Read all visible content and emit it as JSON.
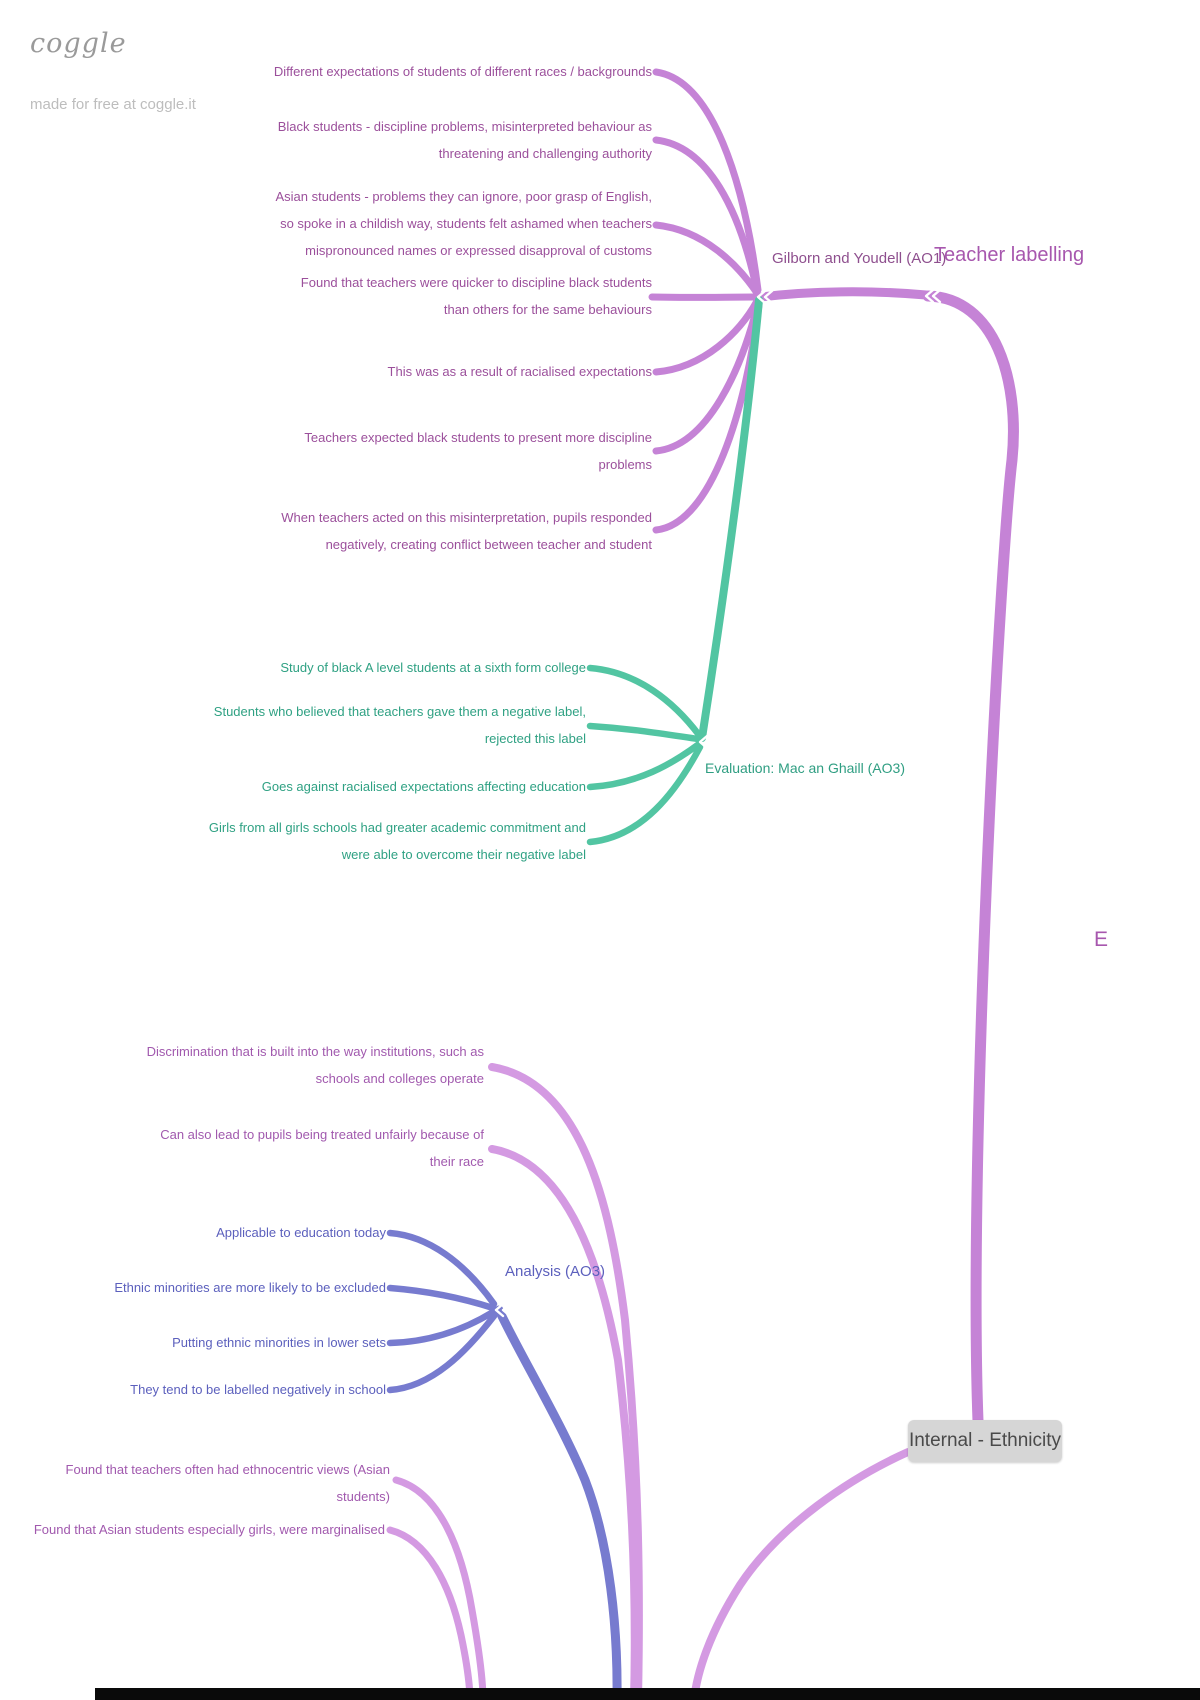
{
  "app": {
    "logo": "coggle",
    "tagline": "made for free at coggle.it"
  },
  "colors": {
    "purple_branch": "#c583d6",
    "purple_text": "#9b4f9b",
    "teal_branch": "#52c5a2",
    "teal_text": "#2fa183",
    "blue_branch": "#777bcf",
    "blue_text": "#5c60bd",
    "pink_branch": "#d49ae2",
    "node_box_bg": "#d6d6d6",
    "node_box_text": "#4a4a4a"
  },
  "nodes": {
    "teacher_labelling": "Teacher labelling",
    "gilborn": "Gilborn and Youdell (AO1)",
    "evaluation": "Evaluation: Mac an Ghaill (AO3)",
    "analysis": "Analysis (AO3)",
    "internal": "Internal - Ethnicity",
    "clipped_right": "E"
  },
  "gilborn_points": [
    "Different expectations of students of different races / backgrounds",
    "Black students - discipline problems, misinterpreted behaviour as\nthreatening and challenging authority",
    "Asian students - problems they can ignore, poor grasp of English,\nso spoke in a childish way, students felt ashamed when teachers\nmispronounced names or expressed disapproval of customs",
    "Found that teachers were quicker to discipline black students\nthan others for the same behaviours",
    "This was as a result of racialised expectations",
    "Teachers expected black students to present more discipline\nproblems",
    "When teachers acted on this misinterpretation, pupils responded\nnegatively, creating conflict between teacher and student"
  ],
  "evaluation_points": [
    "Study of black A level students at a sixth form college",
    "Students who believed that teachers gave them a negative label,\nrejected this label",
    "Goes against racialised expectations affecting education",
    "Girls from all girls schools had greater academic commitment and\nwere able to overcome their negative label"
  ],
  "institutional_points": [
    "Discrimination that is built into the way institutions, such as\nschools and colleges operate",
    "Can also lead to pupils being treated unfairly because of\ntheir race"
  ],
  "analysis_points": [
    "Applicable to education today",
    "Ethnic minorities are more likely to be excluded",
    "Putting ethnic minorities in lower sets",
    "They tend to be labelled negatively in school"
  ],
  "bottom_points": [
    "Found that teachers often had ethnocentric views (Asian\nstudents)",
    "Found that Asian students especially girls, were marginalised"
  ]
}
